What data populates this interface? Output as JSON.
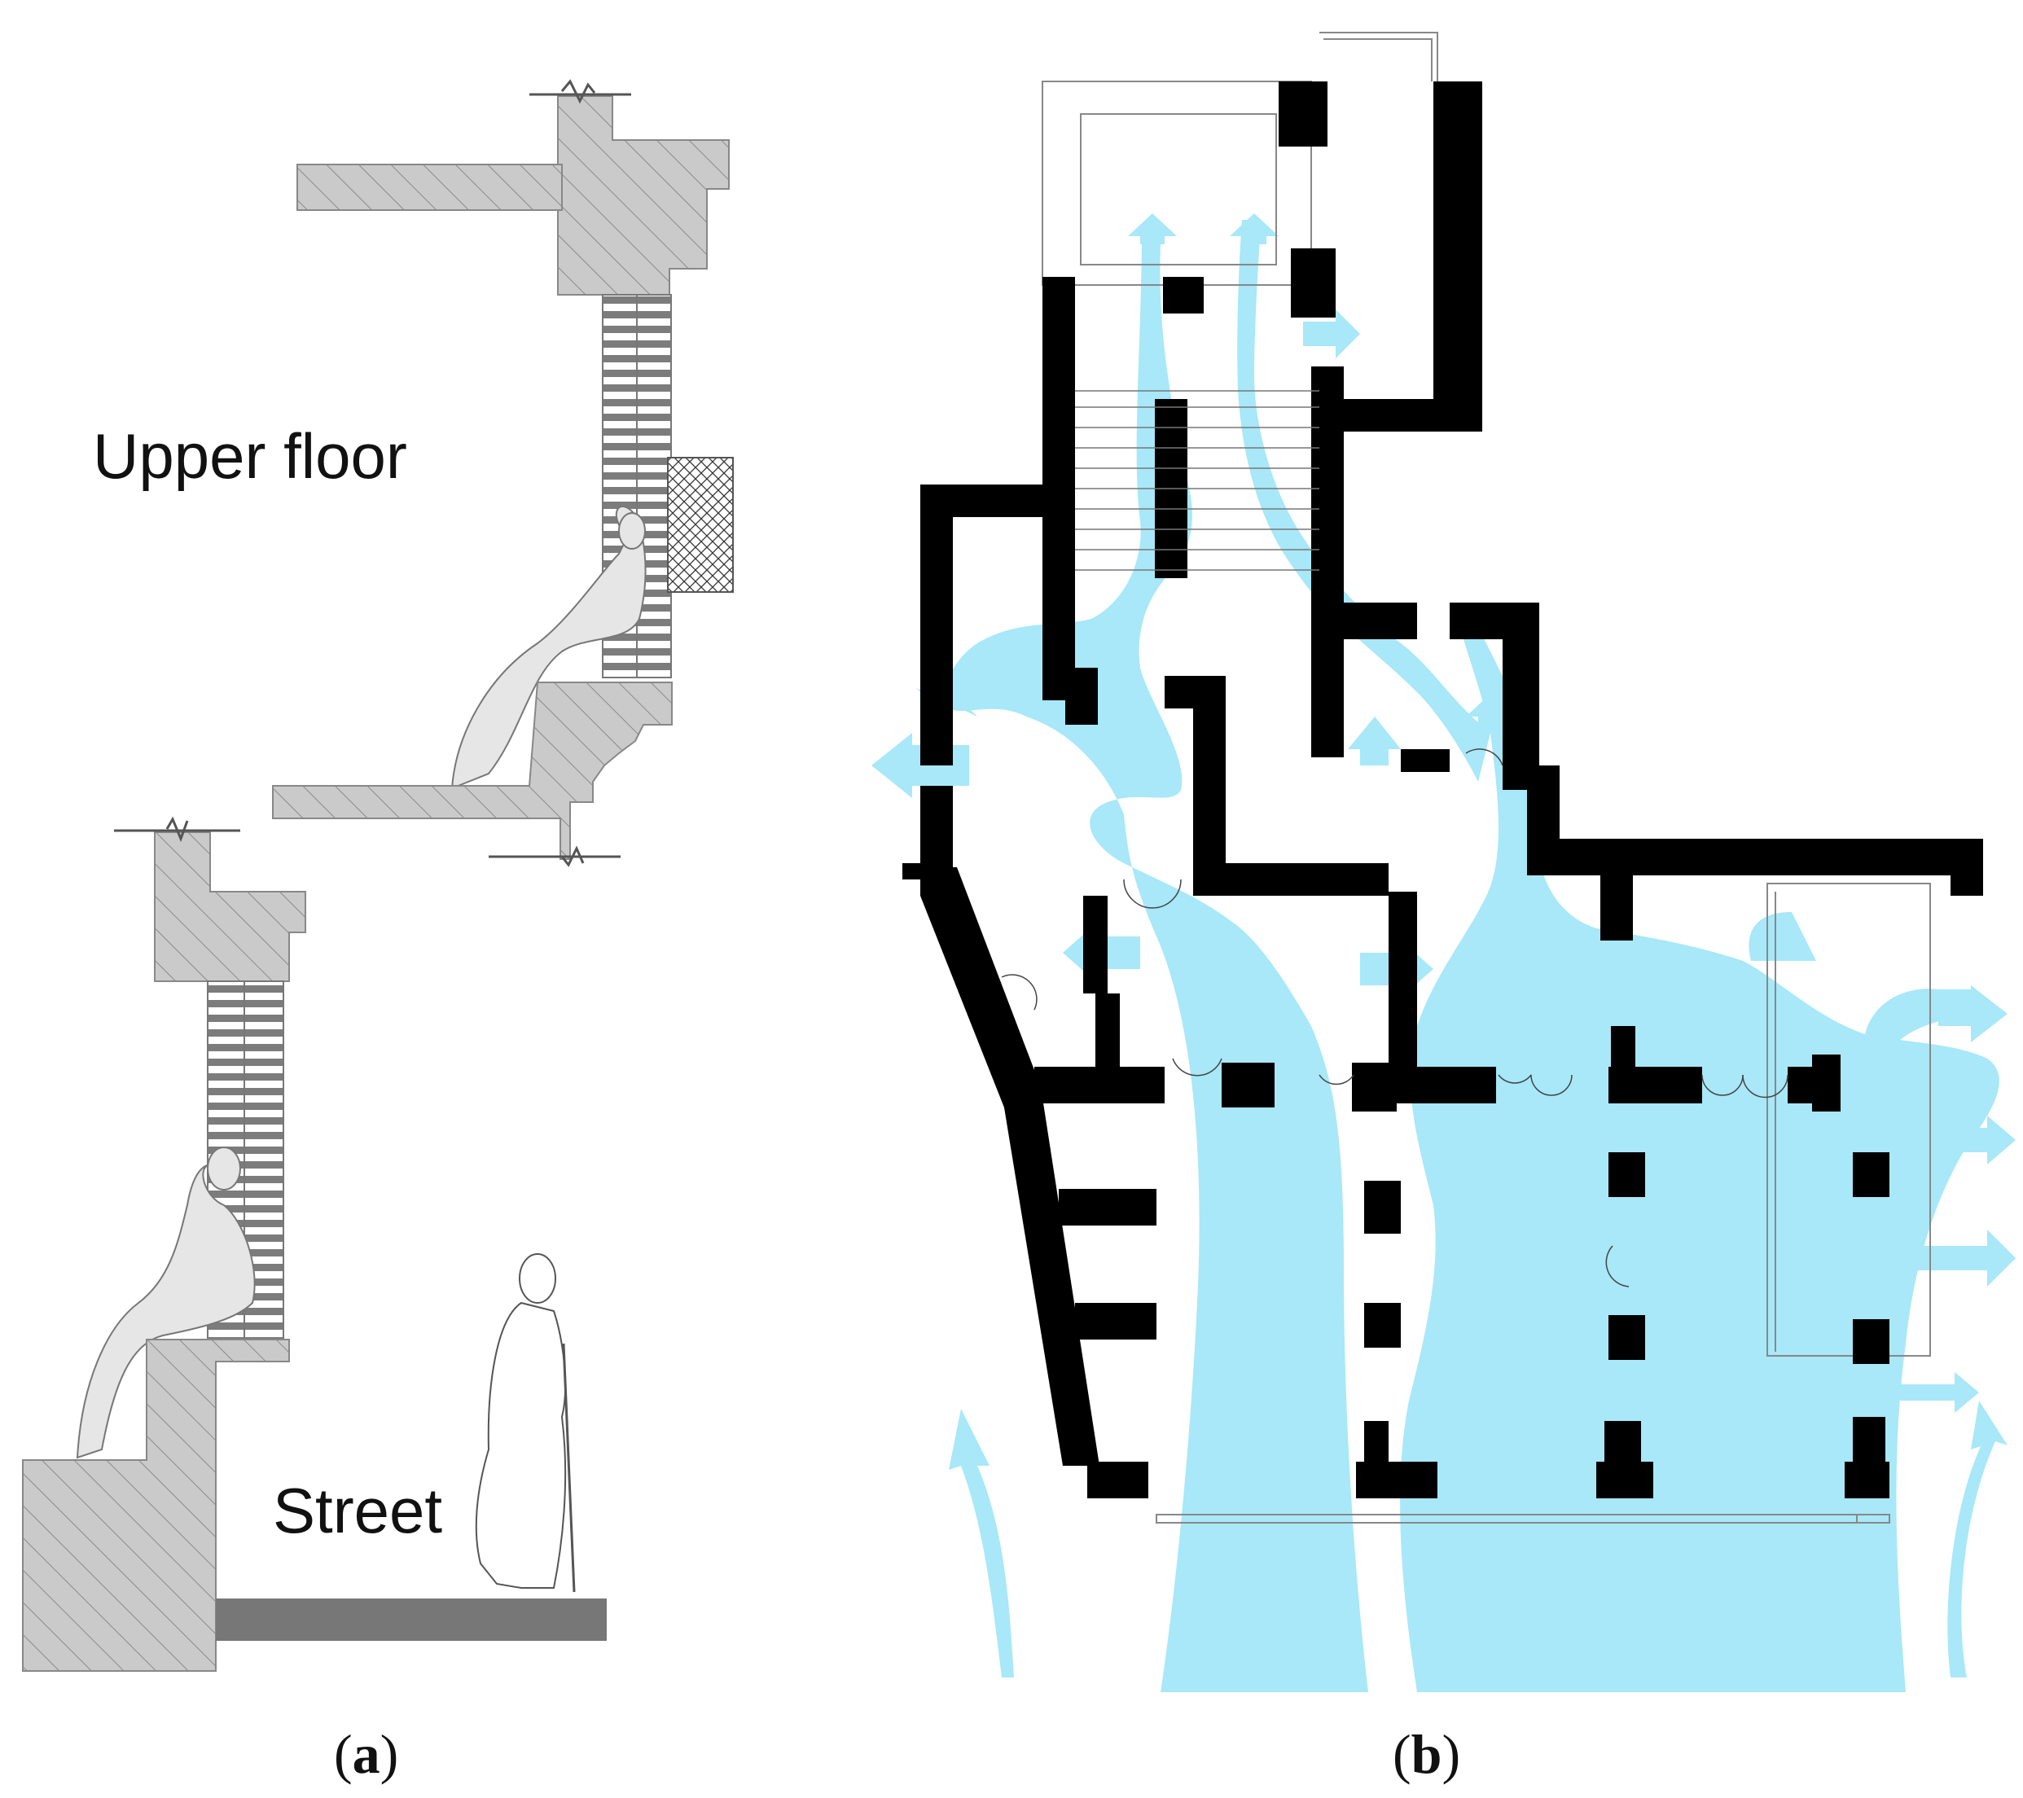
{
  "figure": {
    "panel_a": {
      "caption_letter": "a",
      "upper_label": "Upper floor",
      "street_label": "Street"
    },
    "panel_b": {
      "caption_letter": "b"
    }
  },
  "colors": {
    "section_fill": "#c8c8c8",
    "hatch": "#8a8a8a",
    "street_surface": "#777777",
    "wall": "#000000",
    "airflow": "#a8e8f8"
  }
}
